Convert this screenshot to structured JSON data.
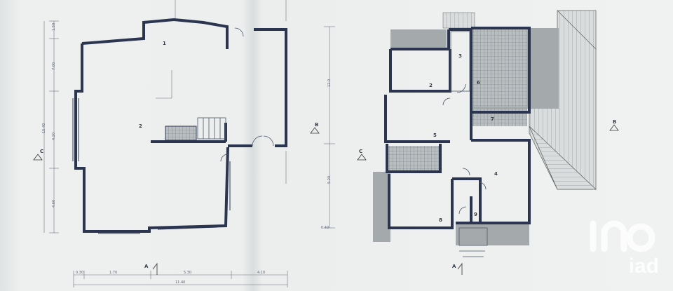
{
  "left_plan": {
    "dims_vertical": [
      "1.50",
      "7.00",
      "15.40",
      "4.20",
      "4.60"
    ],
    "dims_horizontal": [
      "0.30",
      "1.70",
      "5.30",
      "4.10",
      "11.40"
    ],
    "room_labels": [
      "1",
      "2"
    ],
    "section_marks": [
      "A",
      "B",
      "C"
    ]
  },
  "middle_dims": [
    "12.0",
    "5.20",
    "0.40"
  ],
  "right_plan": {
    "room_labels": [
      "2",
      "3",
      "5",
      "6",
      "7",
      "8",
      "9",
      "4"
    ],
    "section_marks": [
      "A",
      "B",
      "C"
    ]
  },
  "watermark": {
    "brand": "iad"
  },
  "colors": {
    "wall": "#2b3550",
    "paper": "#eef0f0",
    "hatch": "#9aa0a4",
    "shade": "#a4a9ab"
  }
}
